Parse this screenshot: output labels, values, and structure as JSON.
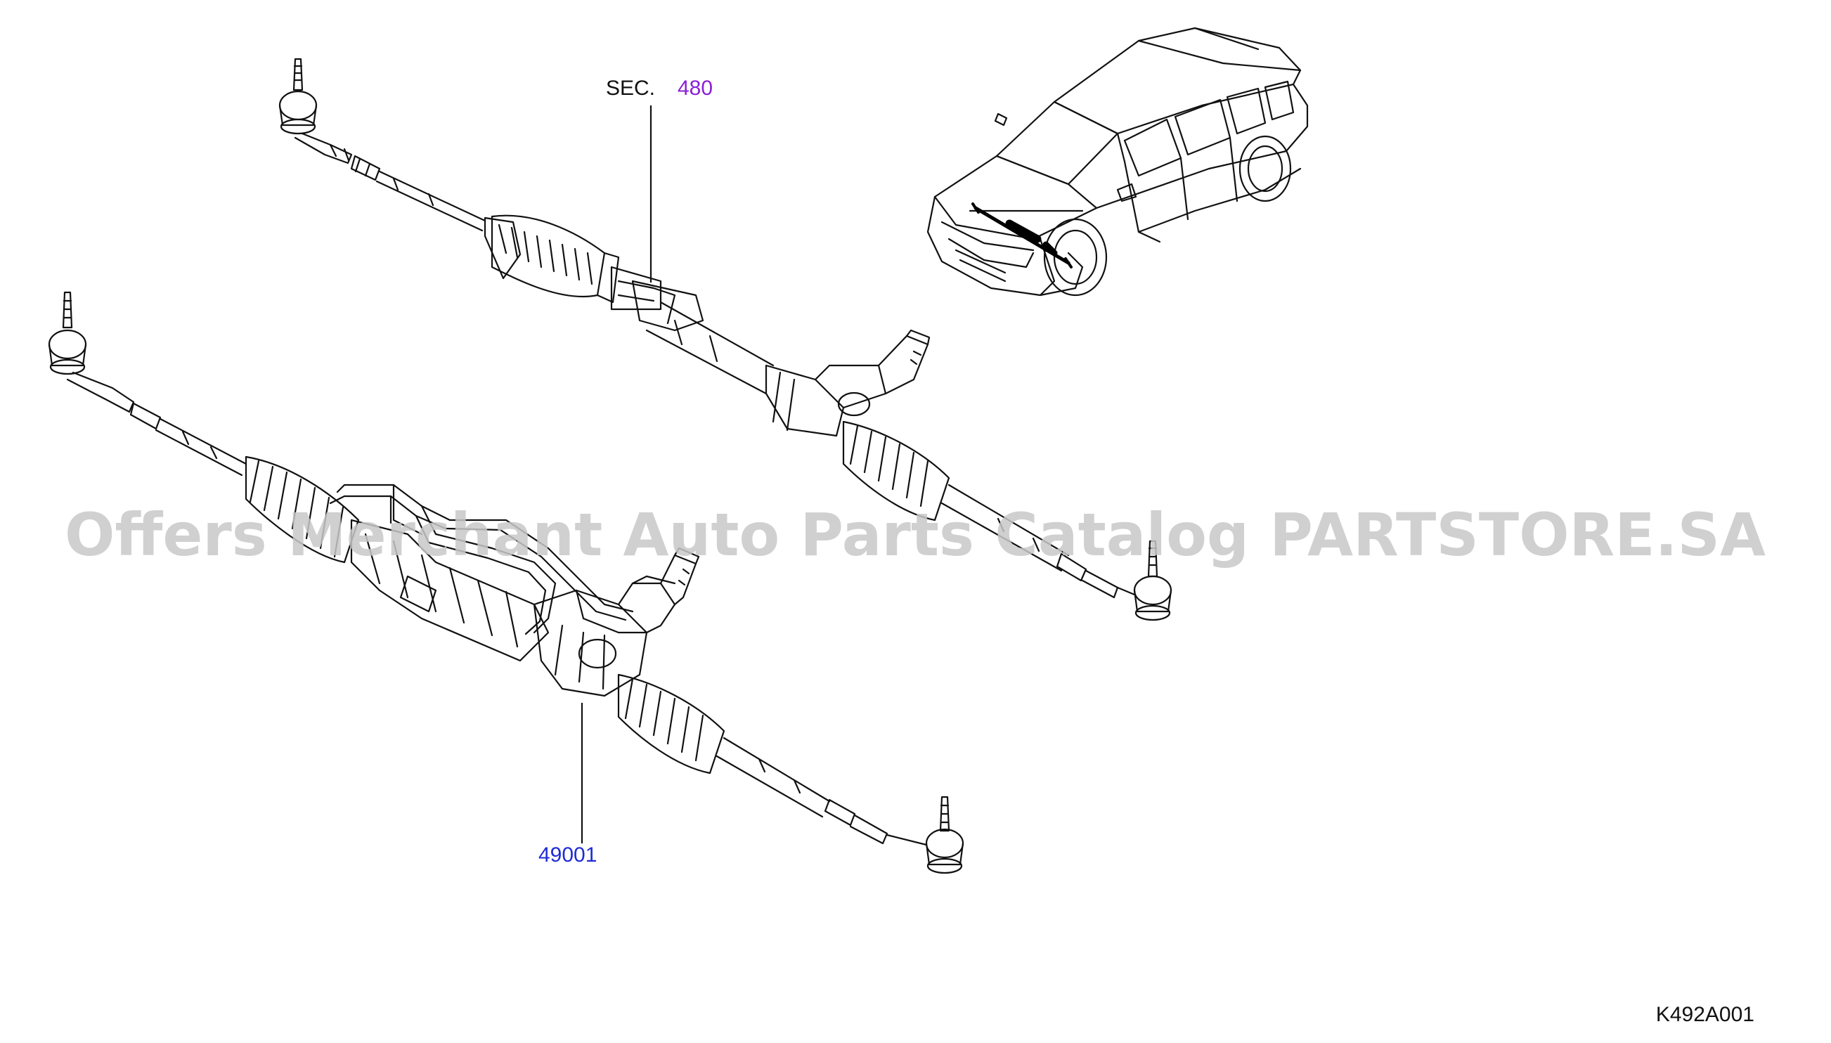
{
  "labels": {
    "sec_prefix": "SEC.",
    "sec_number": "480",
    "part_number": "49001",
    "diagram_code": "K492A001"
  },
  "watermark": "Offers Merchant Auto Parts Catalog PARTSTORE.SA",
  "colors": {
    "line": "#111111",
    "sec_link": "#8b1fd6",
    "part_link": "#1f2cd6",
    "watermark": "#c8c8c8"
  }
}
